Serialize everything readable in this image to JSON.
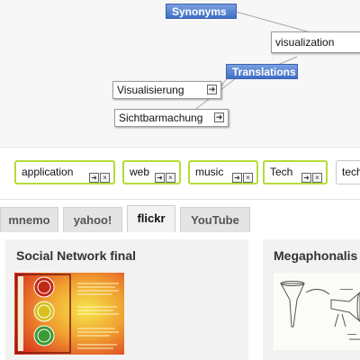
{
  "graph": {
    "synonyms_label": "Synonyms",
    "translations_label": "Translations",
    "center_term": "visualization",
    "translations": [
      "Visualisierung",
      "Sichtbarmachung"
    ],
    "go_icon": "arrow-box-icon",
    "accent_color": "#4a78cf"
  },
  "tags": {
    "items": [
      "application",
      "web",
      "music",
      "Tech"
    ],
    "partial_item": "tech",
    "go_icon": "arrow-box-icon",
    "remove_icon": "x-box-icon",
    "border_color": "#b4dc36"
  },
  "tabs": {
    "items": [
      "mnemo",
      "yahoo!",
      "flickr",
      "YouTube"
    ],
    "active": "flickr"
  },
  "results": {
    "items": [
      {
        "title": "Social Network final"
      },
      {
        "title": "Megaphonalis"
      }
    ]
  }
}
